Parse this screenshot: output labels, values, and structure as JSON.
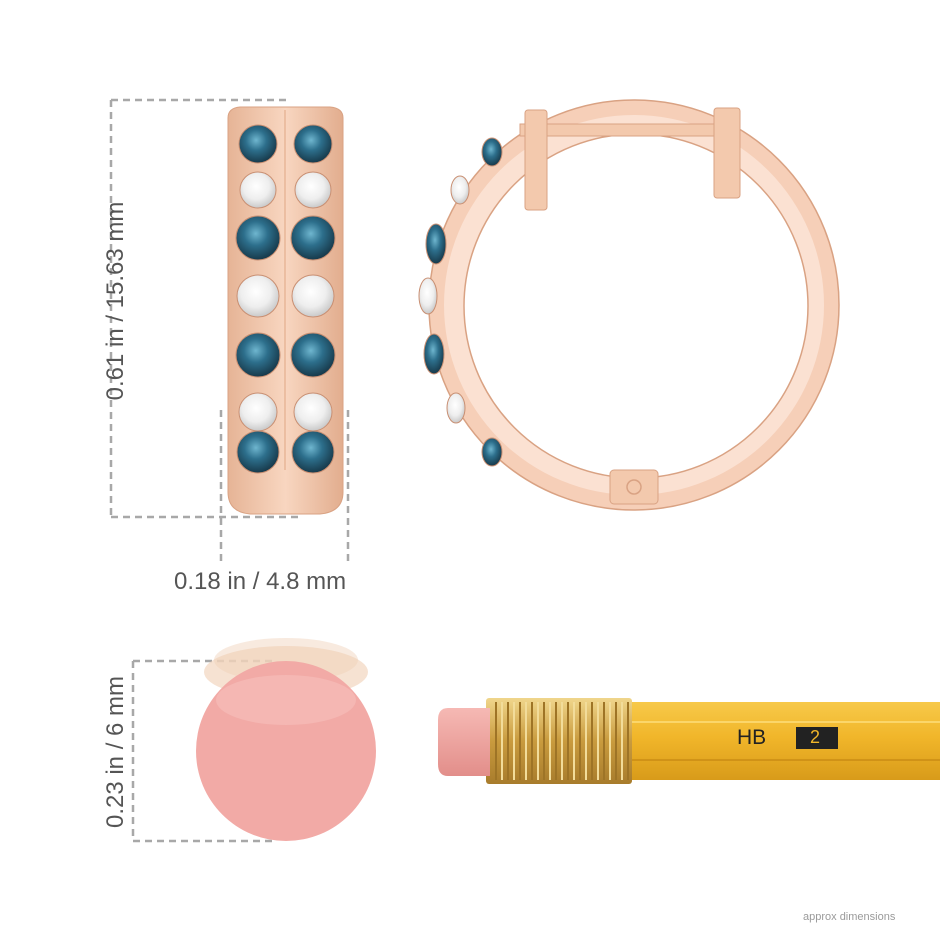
{
  "dimensions": {
    "height_label": "0.61 in / 15.63 mm",
    "width_label": "0.18 in / 4.8 mm",
    "eraser_label": "0.23 in / 6 mm"
  },
  "pencil": {
    "grade_text": "HB",
    "grade_number": "2"
  },
  "footer": {
    "note": "approx dimensions"
  },
  "colors": {
    "gold": "#f3c9ad",
    "gold_dark": "#d9a283",
    "blue_diamond": "#2d6f8c",
    "white_diamond": "#f2f2f2",
    "guide": "#a8a8a8",
    "eraser": "#f2aaa6",
    "pencil_yellow": "#f1b62a",
    "ferrule": "#d9b45a"
  }
}
